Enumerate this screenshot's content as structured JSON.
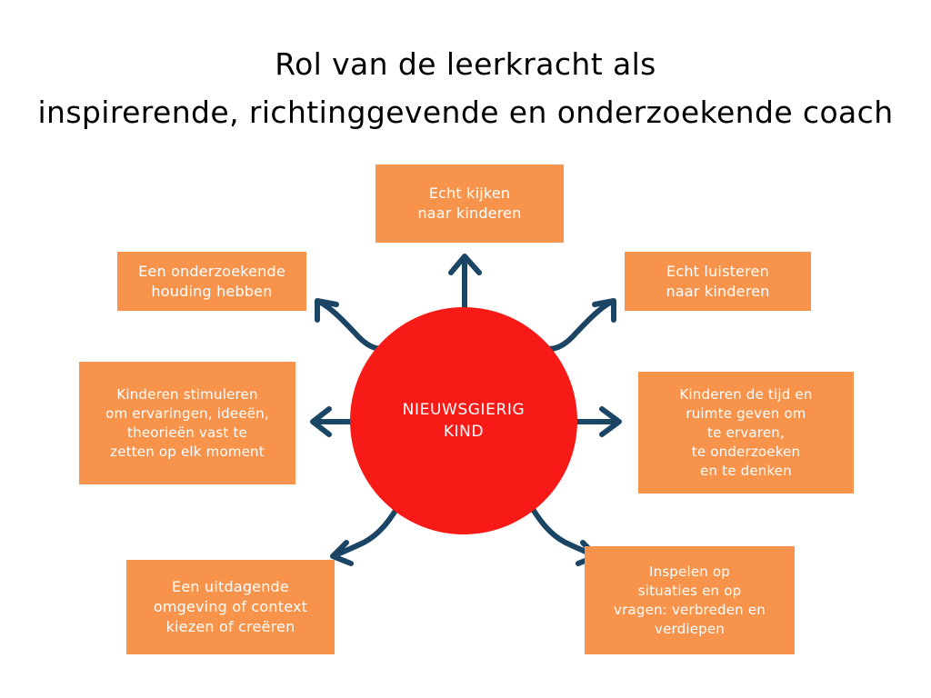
{
  "title": {
    "line1": "Rol van de leerkracht als",
    "line2": "inspirerende, richtinggevende en onderzoekende coach",
    "full": "Rol van de leerkracht als\ninspirerende, richtinggevende en onderzoekende coach"
  },
  "center": {
    "label": "NIEUWSGIERIG\nKIND",
    "line1": "NIEUWSGIERIG",
    "line2": "KIND",
    "color": "#F81A16",
    "text_color": "#FFFFFF"
  },
  "colors": {
    "node_fill": "#F8934C",
    "node_text": "#FFFFFF",
    "center_fill": "#F81A16",
    "arrow": "#1B4565",
    "background": "#FFFFFF",
    "title_text": "#000000"
  },
  "nodes": [
    {
      "id": "top",
      "position": "top",
      "label": "Echt kijken\nnaar kinderen",
      "lines": [
        "Echt kijken",
        "naar kinderen"
      ]
    },
    {
      "id": "top-left",
      "position": "top-left",
      "label": "Een onderzoekende\nhouding hebben",
      "lines": [
        "Een onderzoekende",
        "houding hebben"
      ]
    },
    {
      "id": "top-right",
      "position": "top-right",
      "label": "Echt luisteren\nnaar kinderen",
      "lines": [
        "Echt luisteren",
        "naar kinderen"
      ]
    },
    {
      "id": "left",
      "position": "left",
      "label": "Kinderen stimuleren\nom ervaringen, ideeën,\ntheorieën vast te\nzetten op elk moment",
      "lines": [
        "Kinderen stimuleren",
        "om ervaringen, ideeën,",
        "theorieën vast te",
        "zetten op elk moment"
      ]
    },
    {
      "id": "right",
      "position": "right",
      "label": "Kinderen de tijd en\nruimte geven om\nte ervaren,\nte onderzoeken\nen te denken",
      "lines": [
        "Kinderen de tijd en",
        "ruimte geven om",
        "te ervaren,",
        "te onderzoeken",
        "en te denken"
      ]
    },
    {
      "id": "bottom-left",
      "position": "bottom-left",
      "label": "Een uitdagende\nomgeving of context\nkiezen of creëren",
      "lines": [
        "Een uitdagende",
        "omgeving of context",
        "kiezen of creëren"
      ]
    },
    {
      "id": "bottom-right",
      "position": "bottom-right",
      "label": "Inspelen op\nsituaties en op\nvragen: verbreden en\nverdiepen",
      "lines": [
        "Inspelen op",
        "situaties en op",
        "vragen: verbreden en",
        "verdiepen"
      ]
    }
  ],
  "arrows": [
    {
      "id": "arrow-up",
      "from": "center",
      "to": "top",
      "shape": "straight",
      "direction": "up"
    },
    {
      "id": "arrow-upper-left",
      "from": "center",
      "to": "top-left",
      "shape": "curved",
      "direction": "upper-left"
    },
    {
      "id": "arrow-upper-right",
      "from": "center",
      "to": "top-right",
      "shape": "curved",
      "direction": "upper-right"
    },
    {
      "id": "arrow-left",
      "from": "center",
      "to": "left",
      "shape": "straight",
      "direction": "left"
    },
    {
      "id": "arrow-right",
      "from": "center",
      "to": "right",
      "shape": "straight",
      "direction": "right"
    },
    {
      "id": "arrow-lower-left",
      "from": "center",
      "to": "bottom-left",
      "shape": "curved",
      "direction": "lower-left"
    },
    {
      "id": "arrow-lower-right",
      "from": "center",
      "to": "bottom-right",
      "shape": "curved",
      "direction": "lower-right"
    }
  ]
}
